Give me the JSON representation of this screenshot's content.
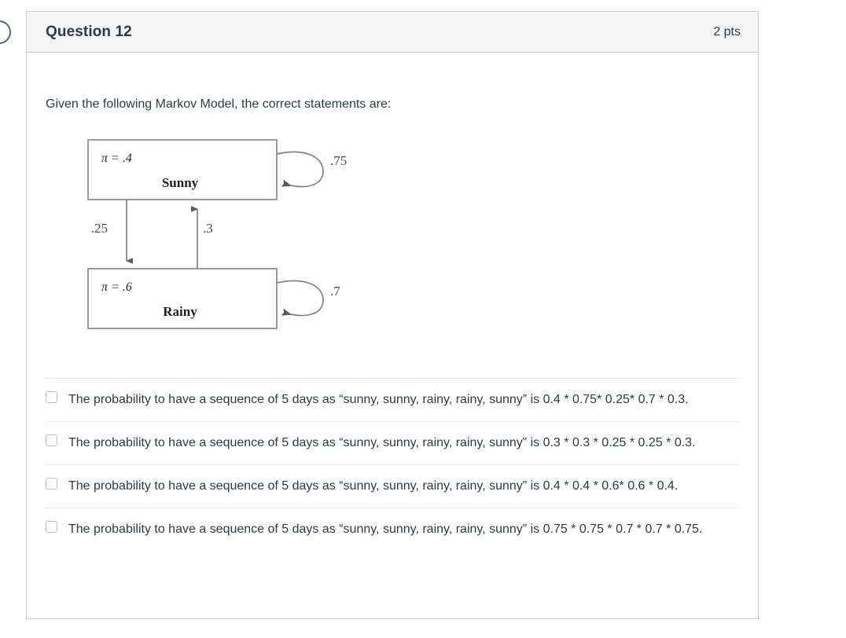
{
  "header": {
    "title": "Question 12",
    "points": "2 pts"
  },
  "prompt": "Given the following Markov Model, the correct statements are:",
  "diagram": {
    "type": "markov-chain",
    "states": [
      {
        "name": "Sunny",
        "pi_label": "π = .4",
        "self_loop": ".75"
      },
      {
        "name": "Rainy",
        "pi_label": "π = .6",
        "self_loop": ".7"
      }
    ],
    "transitions": [
      {
        "from": "Sunny",
        "to": "Rainy",
        "label": ".25"
      },
      {
        "from": "Rainy",
        "to": "Sunny",
        "label": ".3"
      }
    ]
  },
  "answers": [
    {
      "checked": false,
      "text": "The probability to have a sequence of 5 days as “sunny, sunny, rainy, rainy, sunny” is 0.4 * 0.75* 0.25* 0.7 * 0.3."
    },
    {
      "checked": false,
      "text": "The probability to have a sequence of 5 days as “sunny, sunny, rainy, rainy, sunny” is 0.3 * 0.3 * 0.25 * 0.25 * 0.3."
    },
    {
      "checked": false,
      "text": "The probability to have a sequence of 5 days as “sunny, sunny, rainy, rainy, sunny” is 0.4 * 0.4 * 0.6* 0.6 * 0.4."
    },
    {
      "checked": false,
      "text": "The probability to have a sequence of 5 days as “sunny, sunny, rainy, rainy, sunny” is 0.75 * 0.75 * 0.7 * 0.7 * 0.75."
    }
  ],
  "colors": {
    "text": "#2d3b45",
    "header_bg": "#f5f5f5",
    "border": "#c7cdd1",
    "separator": "#e8eaec",
    "diagram_stroke": "#808285"
  }
}
